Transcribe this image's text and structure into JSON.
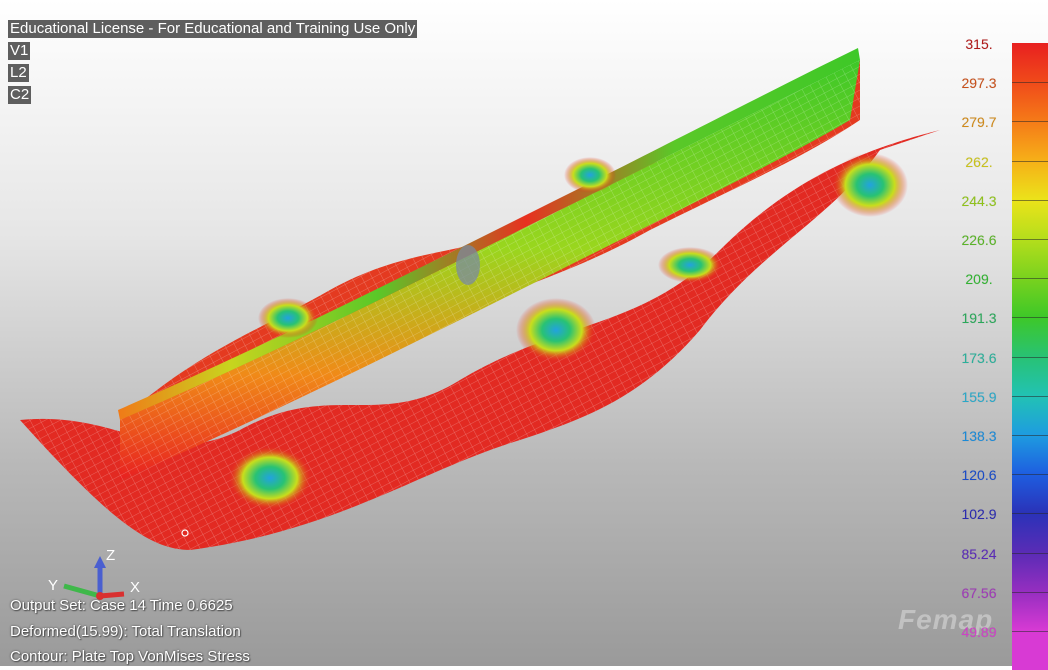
{
  "header": {
    "license_text": "Educational License - For Educational and Training Use Only",
    "view_label": "V1",
    "layer_label": "L2",
    "color_label": "C2"
  },
  "footer": {
    "output_set": "Output Set: Case 14 Time 0.6625",
    "deformed": "Deformed(15.99): Total Translation",
    "contour": "Contour: Plate Top VonMises Stress"
  },
  "triad": {
    "z_label": "Z",
    "y_label": "Y",
    "x_label": "X",
    "colors": {
      "z": "#4a5fd0",
      "y": "#3fb84a",
      "x": "#d93030"
    }
  },
  "legend": {
    "labels": [
      "315.",
      "297.3",
      "279.7",
      "262.",
      "244.3",
      "226.6",
      "209.",
      "191.3",
      "173.6",
      "155.9",
      "138.3",
      "120.6",
      "102.9",
      "85.24",
      "67.56",
      "49.89"
    ],
    "label_colors": [
      "#b01818",
      "#c8501a",
      "#d08a1a",
      "#c9c21a",
      "#8fc21a",
      "#5ab428",
      "#32b432",
      "#2aa85a",
      "#2ab09a",
      "#2aa8c8",
      "#1a8ad8",
      "#1a4cc8",
      "#2a2ab0",
      "#5a2ab8",
      "#a03ab8",
      "#d040c8"
    ],
    "band_colors": [
      "#e82020",
      "#f04a1a",
      "#f57a18",
      "#f6b018",
      "#ebe31a",
      "#b5de1c",
      "#7ad21e",
      "#3ec828",
      "#28c274",
      "#22c2b4",
      "#1e9ce0",
      "#1e5ee0",
      "#2a32b8",
      "#5a2cb6",
      "#962ec0",
      "#d83ad4"
    ]
  },
  "watermark": "Femap"
}
